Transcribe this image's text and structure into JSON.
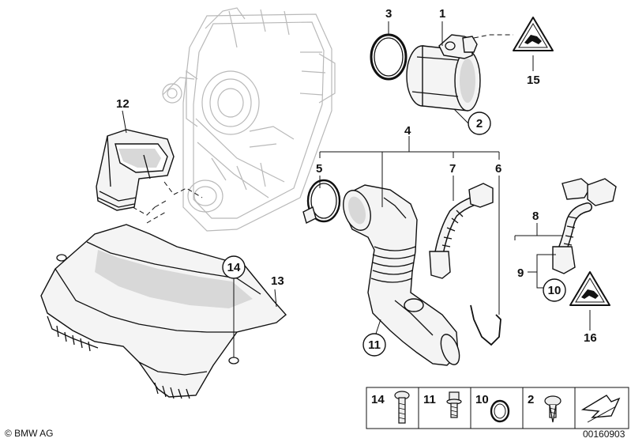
{
  "callouts": {
    "c1": "1",
    "c2": "2",
    "c3": "3",
    "c4": "4",
    "c5": "5",
    "c6": "6",
    "c7": "7",
    "c8": "8",
    "c9": "9",
    "c10": "10",
    "c11": "11",
    "c12": "12",
    "c13": "13",
    "c14": "14",
    "c15": "15",
    "c16": "16"
  },
  "legend": [
    "14",
    "11",
    "10",
    "2"
  ],
  "footer": {
    "brand": "© BMW AG",
    "diagram_number": "00160903"
  }
}
